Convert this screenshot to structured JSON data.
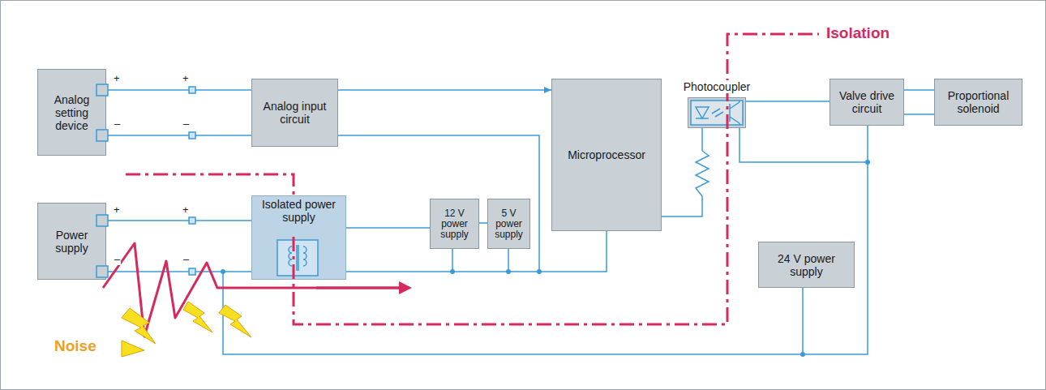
{
  "diagram": {
    "nodes": [
      {
        "text": [
          "Analog setting device"
        ]
      },
      {
        "text": [
          "Analog input circuit"
        ]
      },
      {
        "text": [
          "Microprocessor"
        ]
      },
      {
        "text": [
          "Photocoupler"
        ]
      },
      {
        "text": [
          "Valve drive circuit"
        ]
      },
      {
        "text": [
          "Proportional solenoid"
        ]
      },
      {
        "text": [
          "Power supply"
        ]
      },
      {
        "text": [
          "Isolated power supply"
        ]
      },
      {
        "text": [
          "12 V power supply"
        ]
      },
      {
        "text": [
          "5 V power supply"
        ]
      },
      {
        "text": [
          "24 V power supply"
        ]
      }
    ],
    "edges": [
      {
        "from": 0,
        "to": 1,
        "arrow": "none"
      },
      {
        "from": 0,
        "to": 1,
        "arrow": "none"
      },
      {
        "from": 1,
        "to": 2,
        "arrow": "to"
      },
      {
        "from": 6,
        "to": 7,
        "arrow": "none"
      },
      {
        "from": 6,
        "to": 7,
        "arrow": "none"
      },
      {
        "from": 7,
        "to": 8,
        "arrow": "none"
      },
      {
        "from": 8,
        "to": 9,
        "arrow": "none"
      },
      {
        "from": 7,
        "to": 2,
        "arrow": "none"
      },
      {
        "from": 2,
        "to": 3,
        "arrow": "none"
      },
      {
        "from": 3,
        "to": 4,
        "arrow": "none"
      },
      {
        "from": 4,
        "to": 5,
        "arrow": "none"
      },
      {
        "from": 4,
        "to": 5,
        "arrow": "none"
      },
      {
        "from": 10,
        "to": 4,
        "arrow": "none"
      }
    ],
    "labels": [
      "+",
      "+",
      "–",
      "–",
      "+",
      "+",
      "–",
      "–",
      "Isolation",
      "Noise"
    ]
  }
}
